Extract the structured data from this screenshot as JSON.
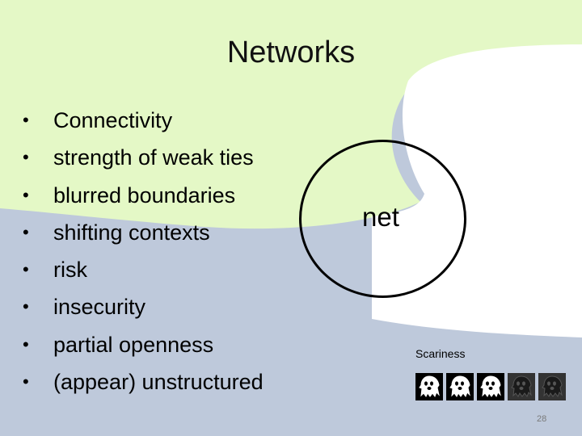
{
  "slide": {
    "title": "Networks",
    "bullets": [
      "Connectivity",
      "strength of weak ties",
      "blurred boundaries",
      "shifting contexts",
      "risk",
      "insecurity",
      "partial openness",
      "(appear) unstructured"
    ],
    "diagram_label": "net",
    "scariness": {
      "label": "Scariness",
      "level": 3,
      "max": 5
    },
    "page_number": "28"
  },
  "colors": {
    "background_blue": "#bec9db",
    "background_green": "#e4f8c6",
    "background_white": "#ffffff",
    "ghost_active": "#000000",
    "ghost_inactive": "#333333"
  },
  "icons": {
    "rating_icon": "ghost-icon"
  }
}
